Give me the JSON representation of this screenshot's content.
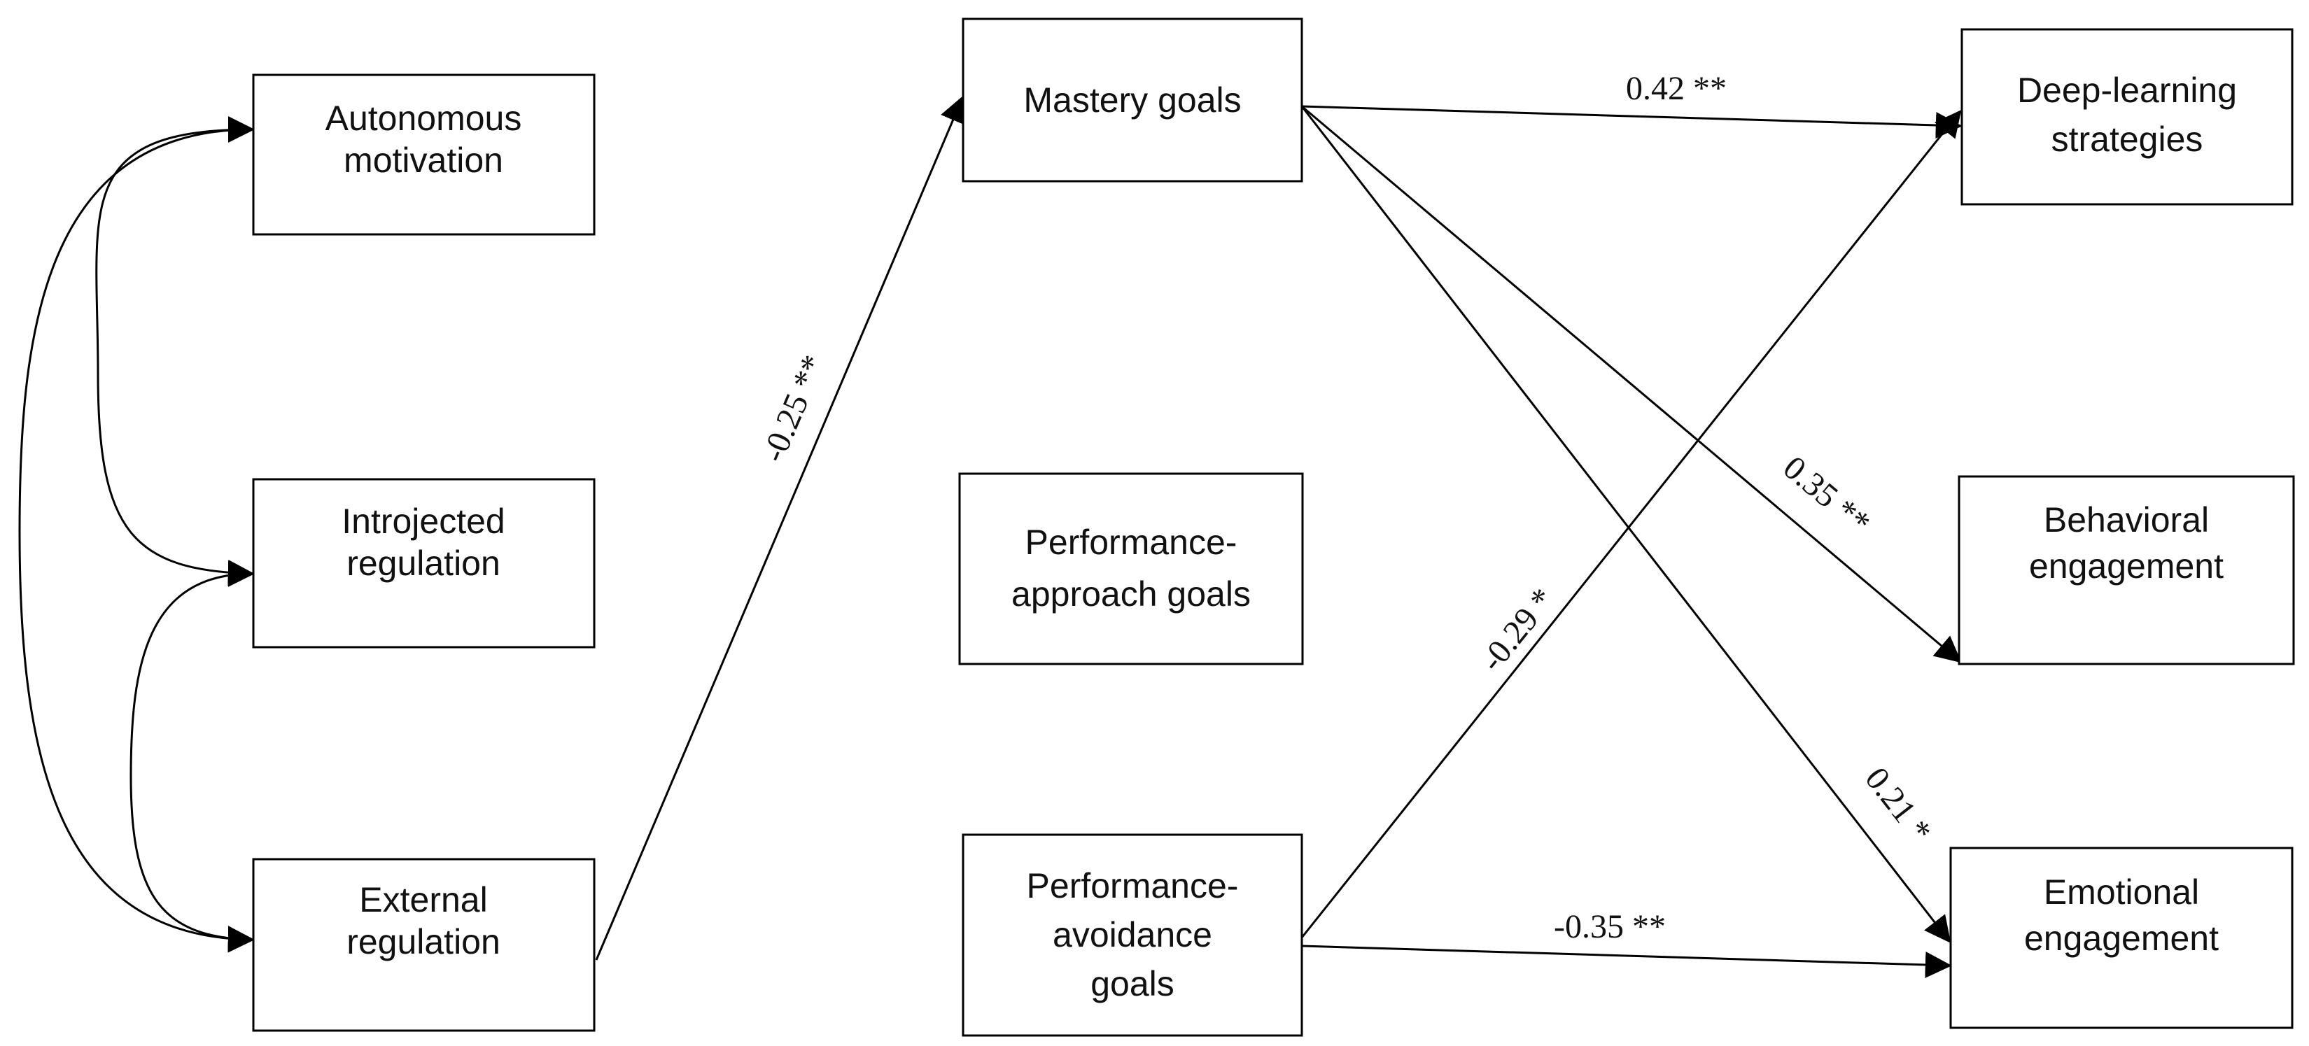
{
  "nodes": {
    "autonomous": {
      "lines": [
        "Autonomous",
        "motivation"
      ]
    },
    "introjected": {
      "lines": [
        "Introjected",
        "regulation"
      ]
    },
    "external": {
      "lines": [
        "External",
        "regulation"
      ]
    },
    "mastery": {
      "lines": [
        "Mastery goals"
      ]
    },
    "perf_approach": {
      "lines": [
        "Performance-",
        "approach goals"
      ]
    },
    "perf_avoid": {
      "lines": [
        "Performance-",
        "avoidance",
        "goals"
      ]
    },
    "deep": {
      "lines": [
        "Deep-learning",
        "strategies"
      ]
    },
    "behavioral": {
      "lines": [
        "Behavioral",
        "engagement"
      ]
    },
    "emotional": {
      "lines": [
        "Emotional",
        "engagement"
      ]
    }
  },
  "paths": {
    "external_mastery": {
      "label": "-0.25 **"
    },
    "mastery_deep": {
      "label": "0.42 **"
    },
    "mastery_behavioral": {
      "label": "0.35 **"
    },
    "mastery_emotional": {
      "label": "0.21 *"
    },
    "avoid_deep": {
      "label": "-0.29 *"
    },
    "avoid_emotional": {
      "label": "-0.35 **"
    }
  }
}
